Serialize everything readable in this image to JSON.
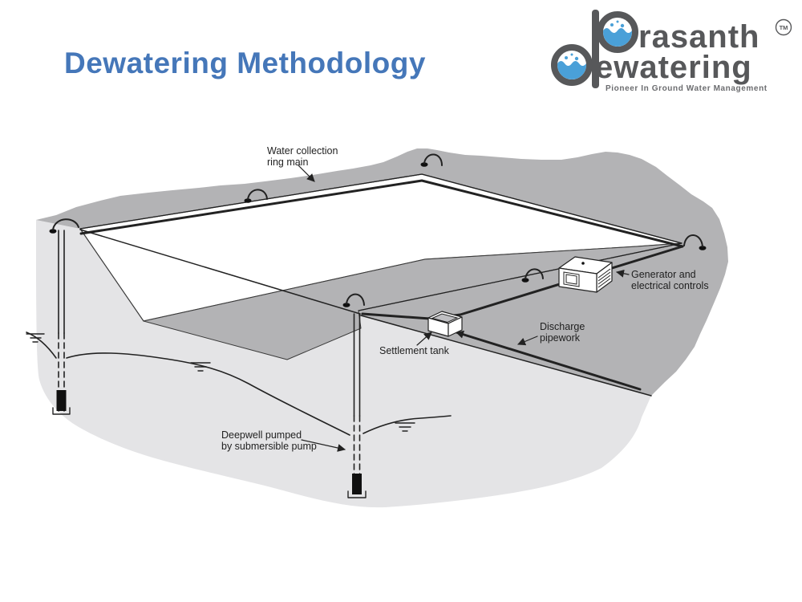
{
  "slide": {
    "title": "Dewatering Methodology"
  },
  "logo": {
    "brand_top": "rasanth",
    "brand_bottom": "ewatering",
    "trademark": "TM",
    "tagline": "Pioneer In Ground Water Management"
  },
  "diagram": {
    "labels": {
      "ring_main": {
        "lines": [
          "Water collection",
          "ring main"
        ]
      },
      "generator": {
        "lines": [
          "Generator and",
          "electrical controls"
        ]
      },
      "discharge": {
        "lines": [
          "Discharge",
          "pipework"
        ]
      },
      "settlement_tank": {
        "lines": [
          "Settlement tank"
        ]
      },
      "deepwell": {
        "lines": [
          "Deepwell pumped",
          "by submersible pump"
        ]
      }
    }
  },
  "colors": {
    "title": "#4577b9",
    "logotext": "#57585a",
    "logowater": "#4aa0d8",
    "surface": "#b3b3b5",
    "section": "#e4e4e6",
    "line": "#222222",
    "label": "#1f1f1f"
  }
}
